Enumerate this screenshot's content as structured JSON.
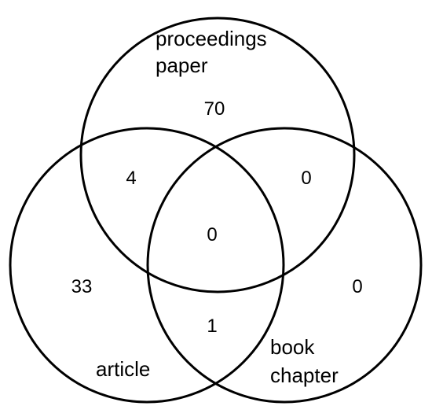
{
  "sets": {
    "proceedings_paper": {
      "label_line1": "proceedings",
      "label_line2": "paper"
    },
    "article": {
      "label": "article"
    },
    "book_chapter": {
      "label_line1": "book",
      "label_line2": "chapter"
    }
  },
  "counts": {
    "proceedings_paper_only": "70",
    "article_only": "33",
    "book_chapter_only": "0",
    "proceedings_and_article": "4",
    "proceedings_and_book": "0",
    "article_and_book": "1",
    "all_three": "0"
  },
  "style": {
    "stroke_color": "#000000",
    "text_color": "#000000",
    "background": "#ffffff"
  }
}
